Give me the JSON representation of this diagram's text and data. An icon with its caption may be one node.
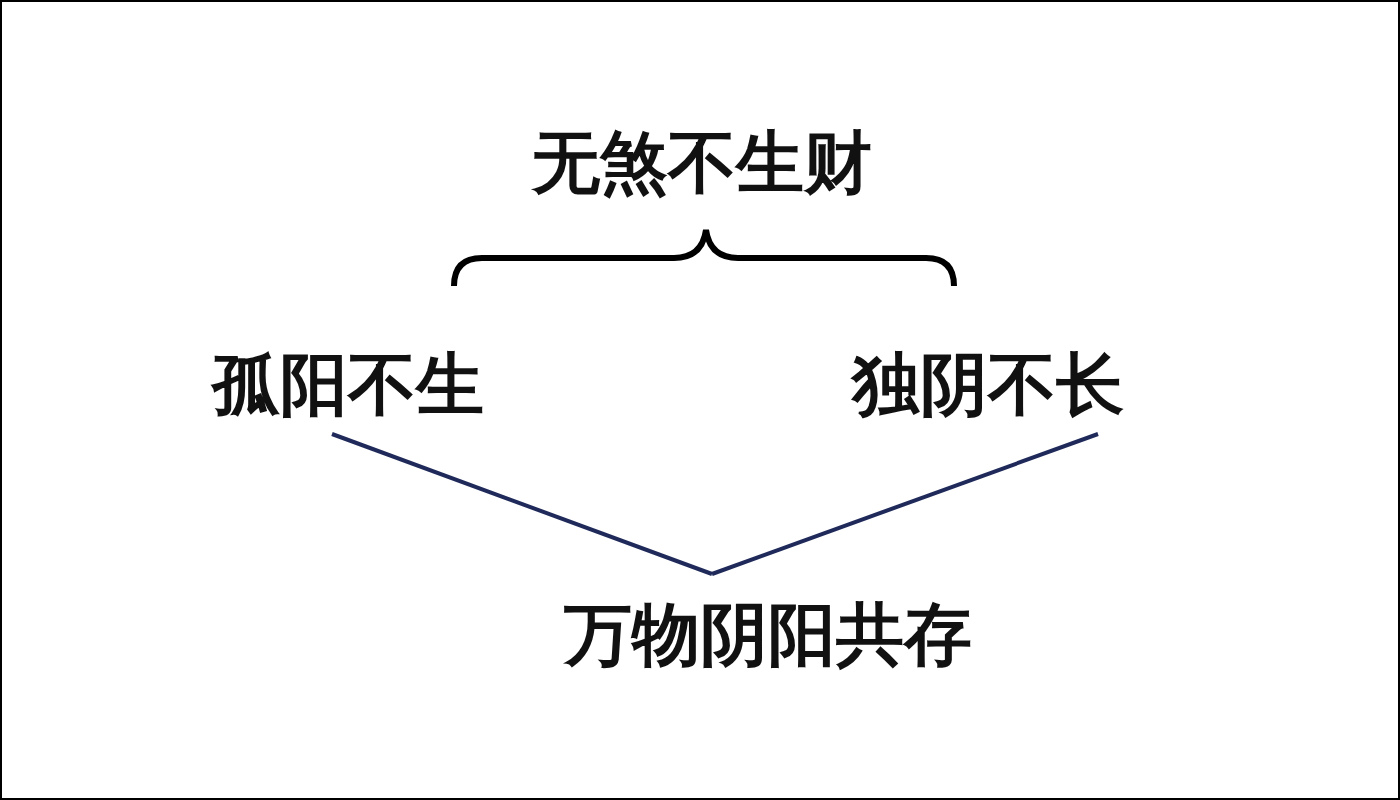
{
  "diagram": {
    "title": "无煞不生财",
    "nodes": [
      {
        "text": [
          "孤阳不生"
        ]
      },
      {
        "text": [
          "独阴不长"
        ]
      },
      {
        "text": [
          "万物阴阳共存"
        ]
      }
    ],
    "edges": [
      {
        "from": 0,
        "to": 2,
        "arrow": "none"
      },
      {
        "from": 1,
        "to": 2,
        "arrow": "none"
      }
    ]
  }
}
